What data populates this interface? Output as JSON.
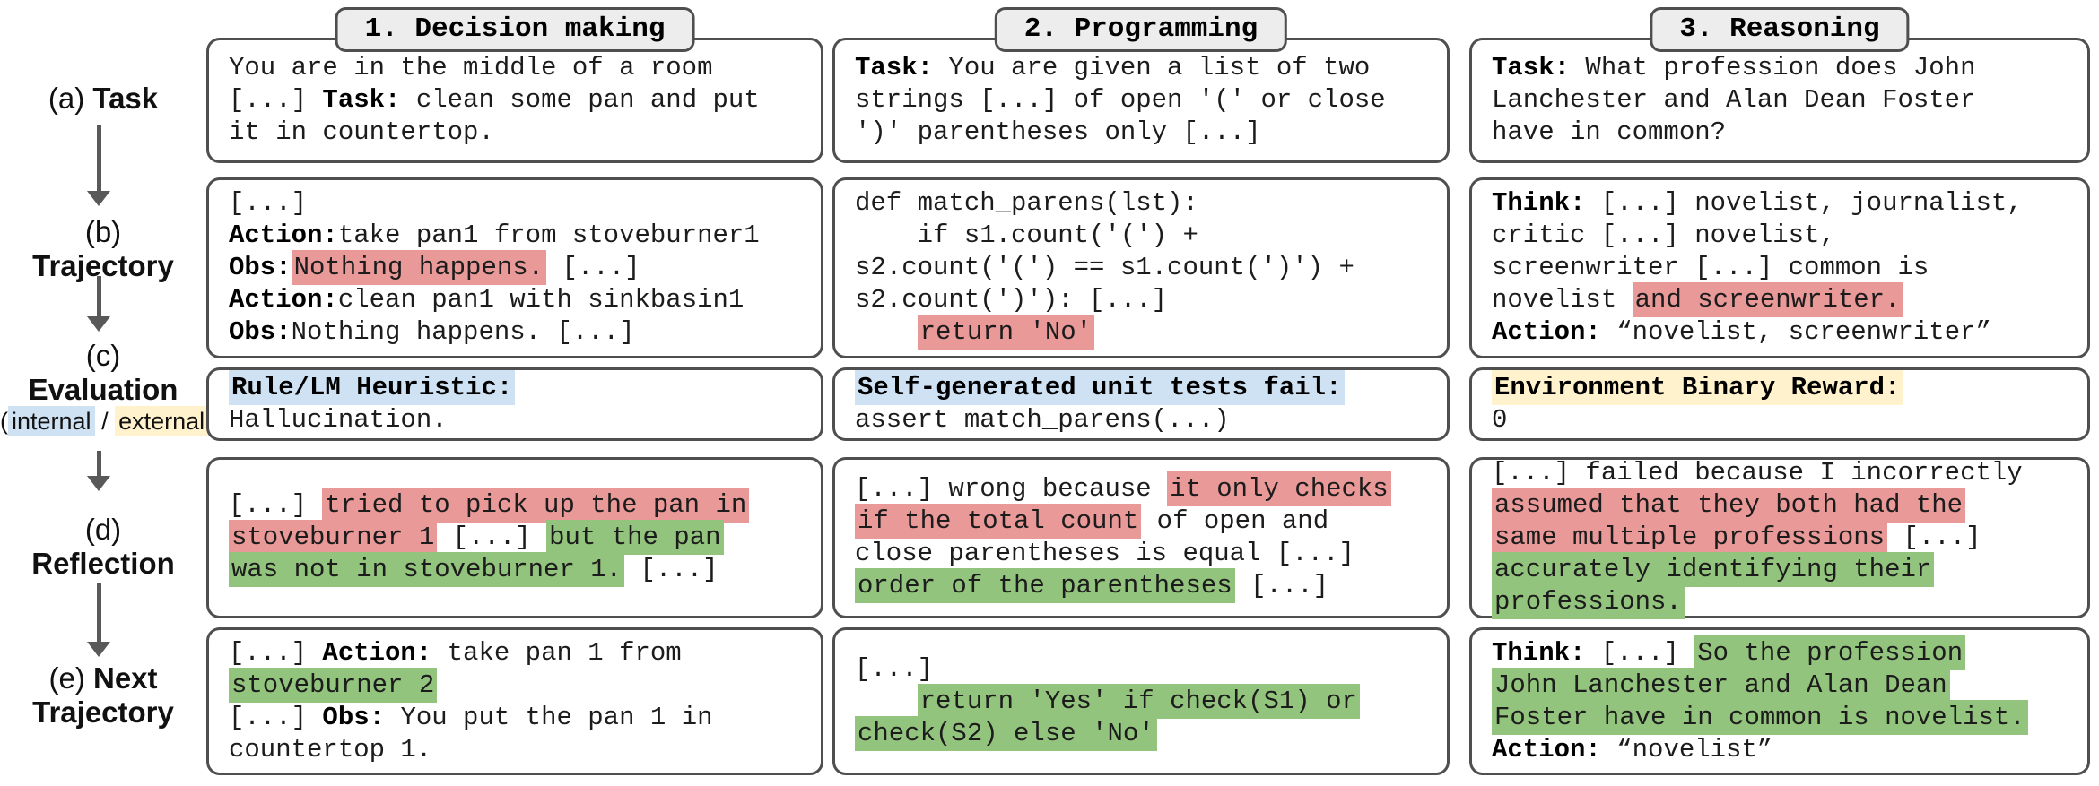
{
  "palette": {
    "red": "#ea9999",
    "green": "#93c47d",
    "blue": "#cfe2f3",
    "yellow": "#fff2cc"
  },
  "rail": {
    "a": {
      "prefix": "(a) ",
      "label": "Task"
    },
    "b": {
      "prefix": "(b)",
      "label": "Trajectory"
    },
    "c": {
      "prefix": "(c)",
      "label": "Evaluation",
      "sub": [
        {
          "t": "("
        },
        {
          "t": "internal",
          "h": "blue"
        },
        {
          "t": " / "
        },
        {
          "t": "external",
          "h": "yellow"
        },
        {
          "t": ")"
        }
      ]
    },
    "d": {
      "prefix": "(d)",
      "label": "Reflection"
    },
    "e": {
      "prefix": "(e) ",
      "label": "Next",
      "label2": "Trajectory"
    }
  },
  "columns": [
    {
      "header": "1. Decision making",
      "cells": {
        "task": [
          [
            {
              "t": "You are in the middle of a room"
            }
          ],
          [
            {
              "t": "[...] "
            },
            {
              "t": "Task:",
              "b": true
            },
            {
              "t": " clean some pan and put"
            }
          ],
          [
            {
              "t": "it in countertop."
            }
          ]
        ],
        "trajectory": [
          [
            {
              "t": "[...]"
            }
          ],
          [
            {
              "t": "Action:",
              "b": true
            },
            {
              "t": "take pan1 from stoveburner1"
            }
          ],
          [
            {
              "t": "Obs:",
              "b": true
            },
            {
              "t": "Nothing happens.",
              "h": "red"
            },
            {
              "t": " [...]"
            }
          ],
          [
            {
              "t": "Action:",
              "b": true
            },
            {
              "t": "clean pan1 with sinkbasin1"
            }
          ],
          [
            {
              "t": "Obs:",
              "b": true
            },
            {
              "t": "Nothing happens. [...]"
            }
          ]
        ],
        "evaluation": [
          [
            {
              "t": "Rule/LM Heuristic:",
              "b": true,
              "h": "blue"
            }
          ],
          [
            {
              "t": "Hallucination."
            }
          ]
        ],
        "reflection": [
          [
            {
              "t": "[...] "
            },
            {
              "t": "tried to pick up the pan in",
              "h": "red"
            }
          ],
          [
            {
              "t": "stoveburner 1",
              "h": "red"
            },
            {
              "t": " [...] "
            },
            {
              "t": "but the pan",
              "h": "green"
            }
          ],
          [
            {
              "t": "was not in stoveburner 1.",
              "h": "green"
            },
            {
              "t": " [...]"
            }
          ]
        ],
        "next": [
          [
            {
              "t": "[...] "
            },
            {
              "t": "Action:",
              "b": true
            },
            {
              "t": " take pan 1 from"
            }
          ],
          [
            {
              "t": "stoveburner 2",
              "h": "green"
            }
          ],
          [
            {
              "t": "[...] "
            },
            {
              "t": "Obs:",
              "b": true
            },
            {
              "t": " You put the pan 1 in"
            }
          ],
          [
            {
              "t": "countertop 1."
            }
          ]
        ]
      }
    },
    {
      "header": "2. Programming",
      "cells": {
        "task": [
          [
            {
              "t": "Task:",
              "b": true
            },
            {
              "t": " You are given a list of two"
            }
          ],
          [
            {
              "t": "strings [...] of open '(' or close"
            }
          ],
          [
            {
              "t": "')' parentheses only [...]"
            }
          ]
        ],
        "trajectory": [
          [
            {
              "t": "def match_parens(lst):"
            }
          ],
          [
            {
              "t": "    if s1.count('(') +"
            }
          ],
          [
            {
              "t": "s2.count('(') == s1.count(')') +"
            }
          ],
          [
            {
              "t": "s2.count(')'): [...]"
            }
          ],
          [
            {
              "t": "    "
            },
            {
              "t": "return 'No'",
              "h": "red"
            }
          ]
        ],
        "evaluation": [
          [
            {
              "t": "Self-generated unit tests fail:",
              "b": true,
              "h": "blue"
            }
          ],
          [
            {
              "t": "assert match_parens(...)"
            }
          ]
        ],
        "reflection": [
          [
            {
              "t": "[...] wrong because "
            },
            {
              "t": "it only checks",
              "h": "red"
            }
          ],
          [
            {
              "t": "if the total count",
              "h": "red"
            },
            {
              "t": " of open and"
            }
          ],
          [
            {
              "t": "close parentheses is equal [...]"
            }
          ],
          [
            {
              "t": "order of the parentheses",
              "h": "green"
            },
            {
              "t": " [...]"
            }
          ]
        ],
        "next": [
          [
            {
              "t": "[...]"
            }
          ],
          [
            {
              "t": "    "
            },
            {
              "t": "return 'Yes' if check(S1) or",
              "h": "green"
            }
          ],
          [
            {
              "t": "check(S2) else 'No'",
              "h": "green"
            }
          ]
        ]
      }
    },
    {
      "header": "3. Reasoning",
      "cells": {
        "task": [
          [
            {
              "t": "Task:",
              "b": true
            },
            {
              "t": " What profession does John"
            }
          ],
          [
            {
              "t": "Lanchester and Alan Dean Foster"
            }
          ],
          [
            {
              "t": "have in common?"
            }
          ]
        ],
        "trajectory": [
          [
            {
              "t": "Think:",
              "b": true
            },
            {
              "t": " [...] novelist, journalist,"
            }
          ],
          [
            {
              "t": "critic [...] novelist,"
            }
          ],
          [
            {
              "t": "screenwriter [...] common is"
            }
          ],
          [
            {
              "t": "novelist "
            },
            {
              "t": "and screenwriter.",
              "h": "red"
            }
          ],
          [
            {
              "t": "Action:",
              "b": true
            },
            {
              "t": " “novelist, screenwriter”"
            }
          ]
        ],
        "evaluation": [
          [
            {
              "t": "Environment Binary Reward:",
              "b": true,
              "h": "yellow"
            }
          ],
          [
            {
              "t": "0"
            }
          ]
        ],
        "reflection": [
          [
            {
              "t": "[...] failed because I incorrectly"
            }
          ],
          [
            {
              "t": "assumed that they both had the",
              "h": "red"
            }
          ],
          [
            {
              "t": "same multiple professions",
              "h": "red"
            },
            {
              "t": " [...]"
            }
          ],
          [
            {
              "t": "accurately identifying their",
              "h": "green"
            }
          ],
          [
            {
              "t": "professions.",
              "h": "green"
            }
          ]
        ],
        "next": [
          [
            {
              "t": "Think:",
              "b": true
            },
            {
              "t": " [...] "
            },
            {
              "t": "So the profession",
              "h": "green"
            }
          ],
          [
            {
              "t": "John Lanchester and Alan Dean",
              "h": "green"
            }
          ],
          [
            {
              "t": "Foster have in common is novelist.",
              "h": "green"
            }
          ],
          [
            {
              "t": "Action:",
              "b": true
            },
            {
              "t": " “novelist”"
            }
          ]
        ]
      }
    }
  ]
}
